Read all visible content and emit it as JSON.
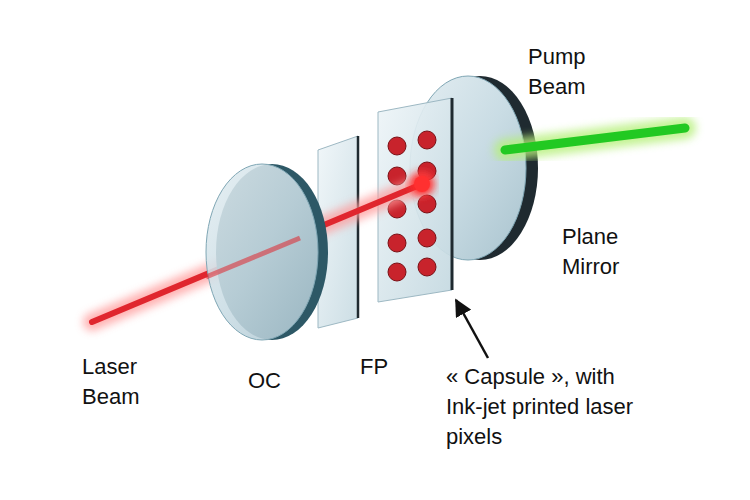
{
  "diagram": {
    "labels": [
      "Pump Beam",
      "Plane Mirror",
      "« Capsule », with Ink-jet printed laser pixels",
      "FP",
      "OC",
      "Laser Beam"
    ]
  }
}
